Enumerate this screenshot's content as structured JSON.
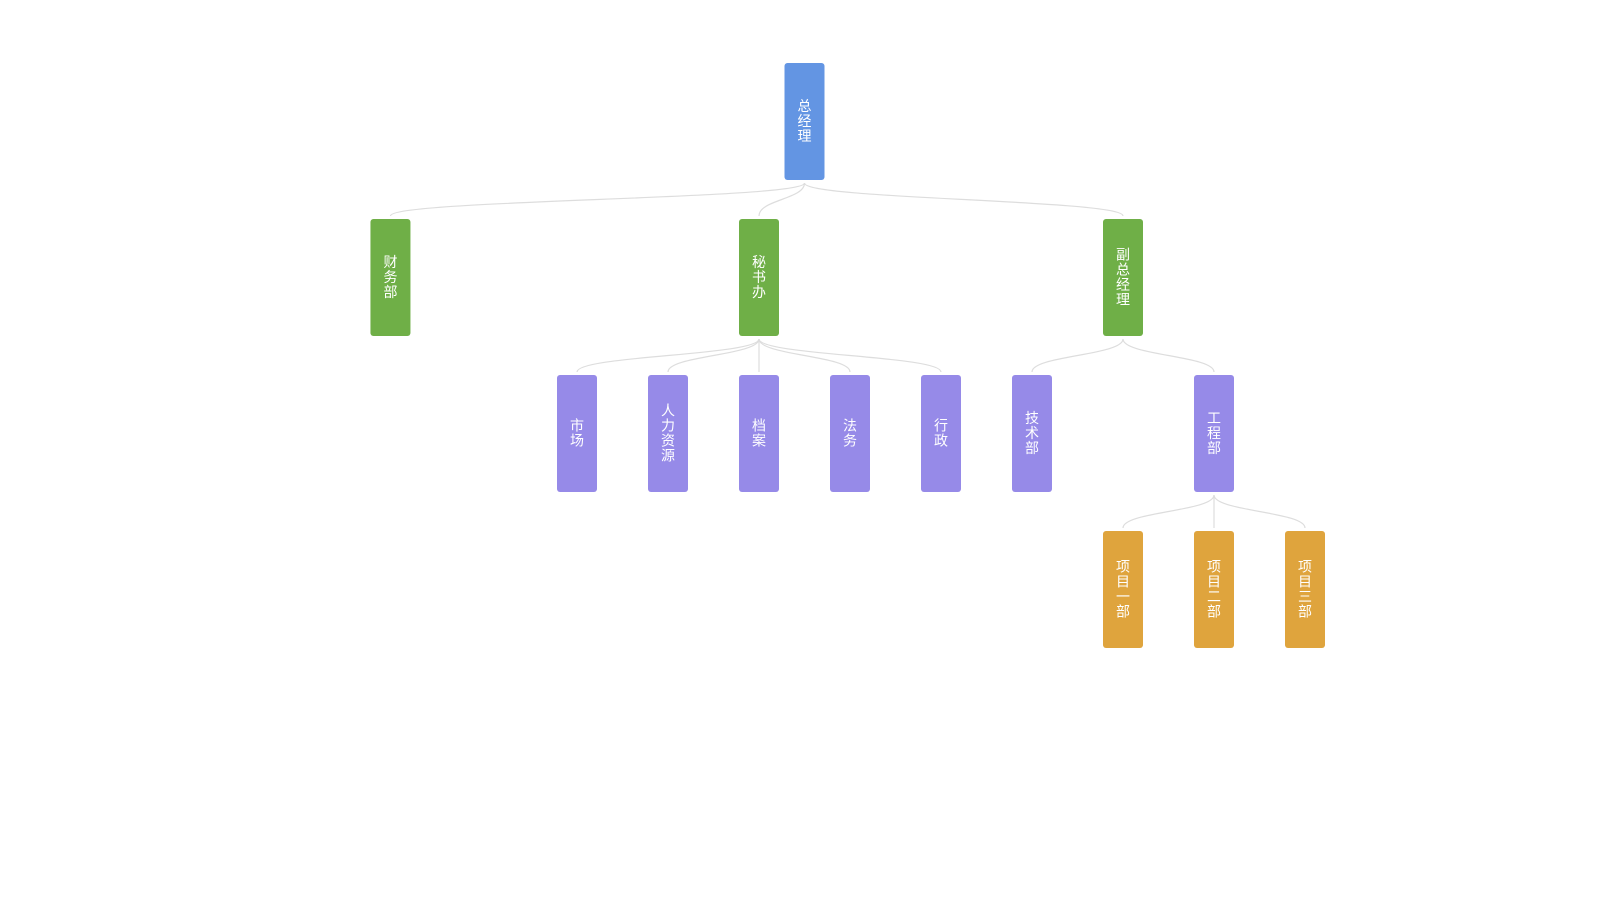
{
  "colors": {
    "level-0": "#6395e3",
    "level-1": "#6faf47",
    "level-2": "#968ae8",
    "level-3": "#dfa43d",
    "link": "#dddddd",
    "text": "#ffffff"
  },
  "tree": {
    "id": "gm",
    "label": "总经理",
    "level": 0,
    "children": [
      {
        "id": "finance",
        "label": "财务部",
        "level": 1,
        "children": []
      },
      {
        "id": "secretary",
        "label": "秘书办",
        "level": 1,
        "children": [
          {
            "id": "market",
            "label": "市场",
            "level": 2,
            "children": []
          },
          {
            "id": "hr",
            "label": "人力资源",
            "level": 2,
            "children": []
          },
          {
            "id": "archive",
            "label": "档案",
            "level": 2,
            "children": []
          },
          {
            "id": "legal",
            "label": "法务",
            "level": 2,
            "children": []
          },
          {
            "id": "admin",
            "label": "行政",
            "level": 2,
            "children": []
          }
        ]
      },
      {
        "id": "deputy",
        "label": "副总经理",
        "level": 1,
        "children": [
          {
            "id": "tech",
            "label": "技术部",
            "level": 2,
            "children": []
          },
          {
            "id": "engineering",
            "label": "工程部",
            "level": 2,
            "children": [
              {
                "id": "proj1",
                "label": "项目一部",
                "level": 3,
                "children": []
              },
              {
                "id": "proj2",
                "label": "项目二部",
                "level": 3,
                "children": []
              },
              {
                "id": "proj3",
                "label": "项目三部",
                "level": 3,
                "children": []
              }
            ]
          }
        ]
      }
    ]
  }
}
